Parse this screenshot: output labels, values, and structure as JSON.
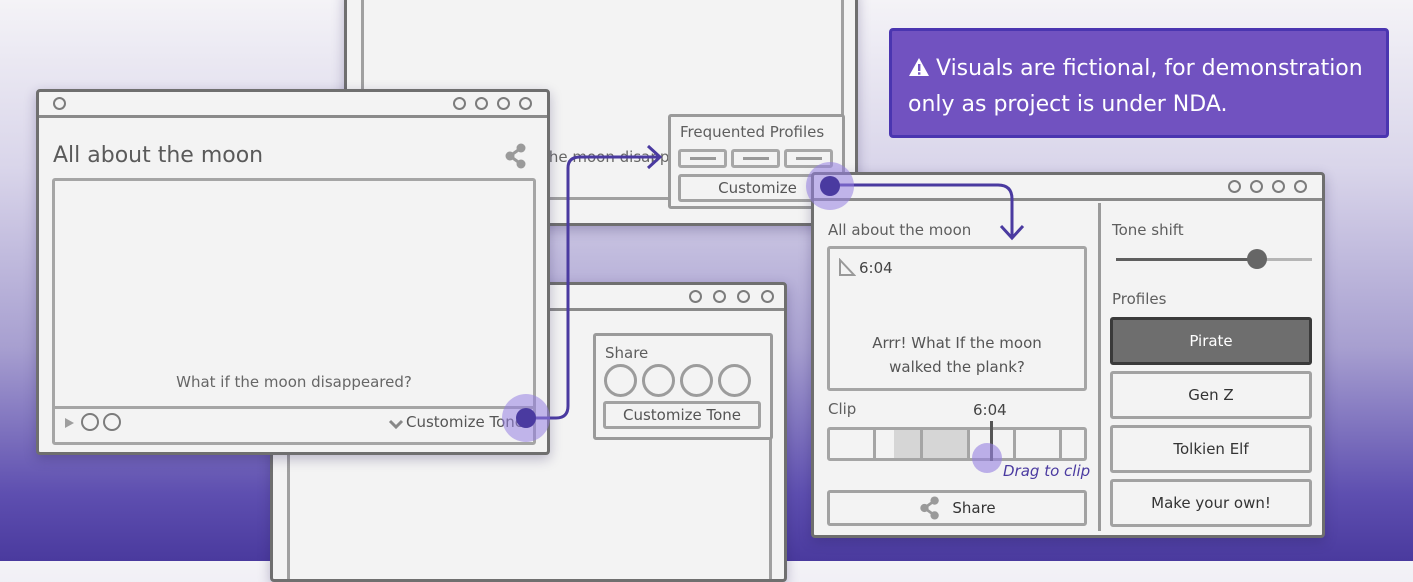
{
  "banner": {
    "text": "Visuals are fictional, for demonstration only as project is under NDA.",
    "bg": "#7152c0"
  },
  "player": {
    "title": "All about the moon",
    "caption": "What if the moon disappeared?",
    "customize_tone": "Customize Tone"
  },
  "profiles_popup": {
    "title": "Frequented Profiles",
    "customize": "Customize",
    "behind_text": "the moon disapp"
  },
  "share_popup": {
    "title": "Share",
    "customize_tone": "Customize Tone"
  },
  "tone_editor": {
    "title": "All about the moon",
    "time": "6:04",
    "transcript_line1": "Arrr! What If the moon",
    "transcript_line2": "walked the plank?",
    "clip_label": "Clip",
    "clip_time": "6:04",
    "drag_hint": "Drag to clip",
    "share_label": "Share",
    "tone_shift_label": "Tone shift",
    "tone_shift_value": 0.72,
    "profiles_label": "Profiles",
    "profiles": [
      "Pirate",
      "Gen Z",
      "Tolkien Elf",
      "Make your own!"
    ],
    "selected_profile": "Pirate"
  },
  "colors": {
    "accent": "#4a3aa0",
    "highlight": "#a090e0"
  }
}
